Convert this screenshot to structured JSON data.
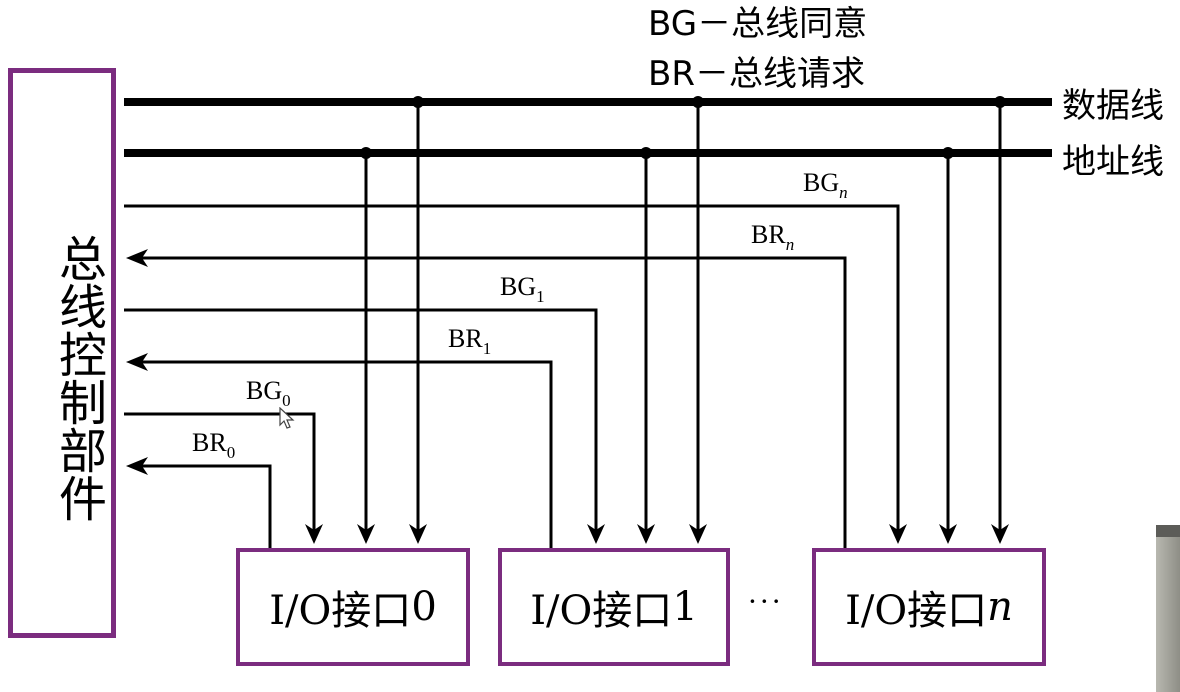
{
  "legend": {
    "bg": "BG－总线同意",
    "br": "BR－总线请求"
  },
  "buses": {
    "data": "数据线",
    "address": "地址线"
  },
  "controller": {
    "label": "总线控制部件"
  },
  "io": [
    {
      "label": "I/O接口",
      "index": "0",
      "italic": false
    },
    {
      "label": "I/O接口",
      "index": "1",
      "italic": false
    },
    {
      "label": "I/O接口",
      "index": "n",
      "italic": true
    }
  ],
  "signals": {
    "bg0": {
      "main": "BG",
      "sub": "0"
    },
    "br0": {
      "main": "BR",
      "sub": "0"
    },
    "bg1": {
      "main": "BG",
      "sub": "1"
    },
    "br1": {
      "main": "BR",
      "sub": "1"
    },
    "bgn": {
      "main": "BG",
      "sub": "n"
    },
    "brn": {
      "main": "BR",
      "sub": "n"
    }
  },
  "ellipsis": "···",
  "colors": {
    "box_border": "#7b2c7f",
    "line": "#000000"
  }
}
